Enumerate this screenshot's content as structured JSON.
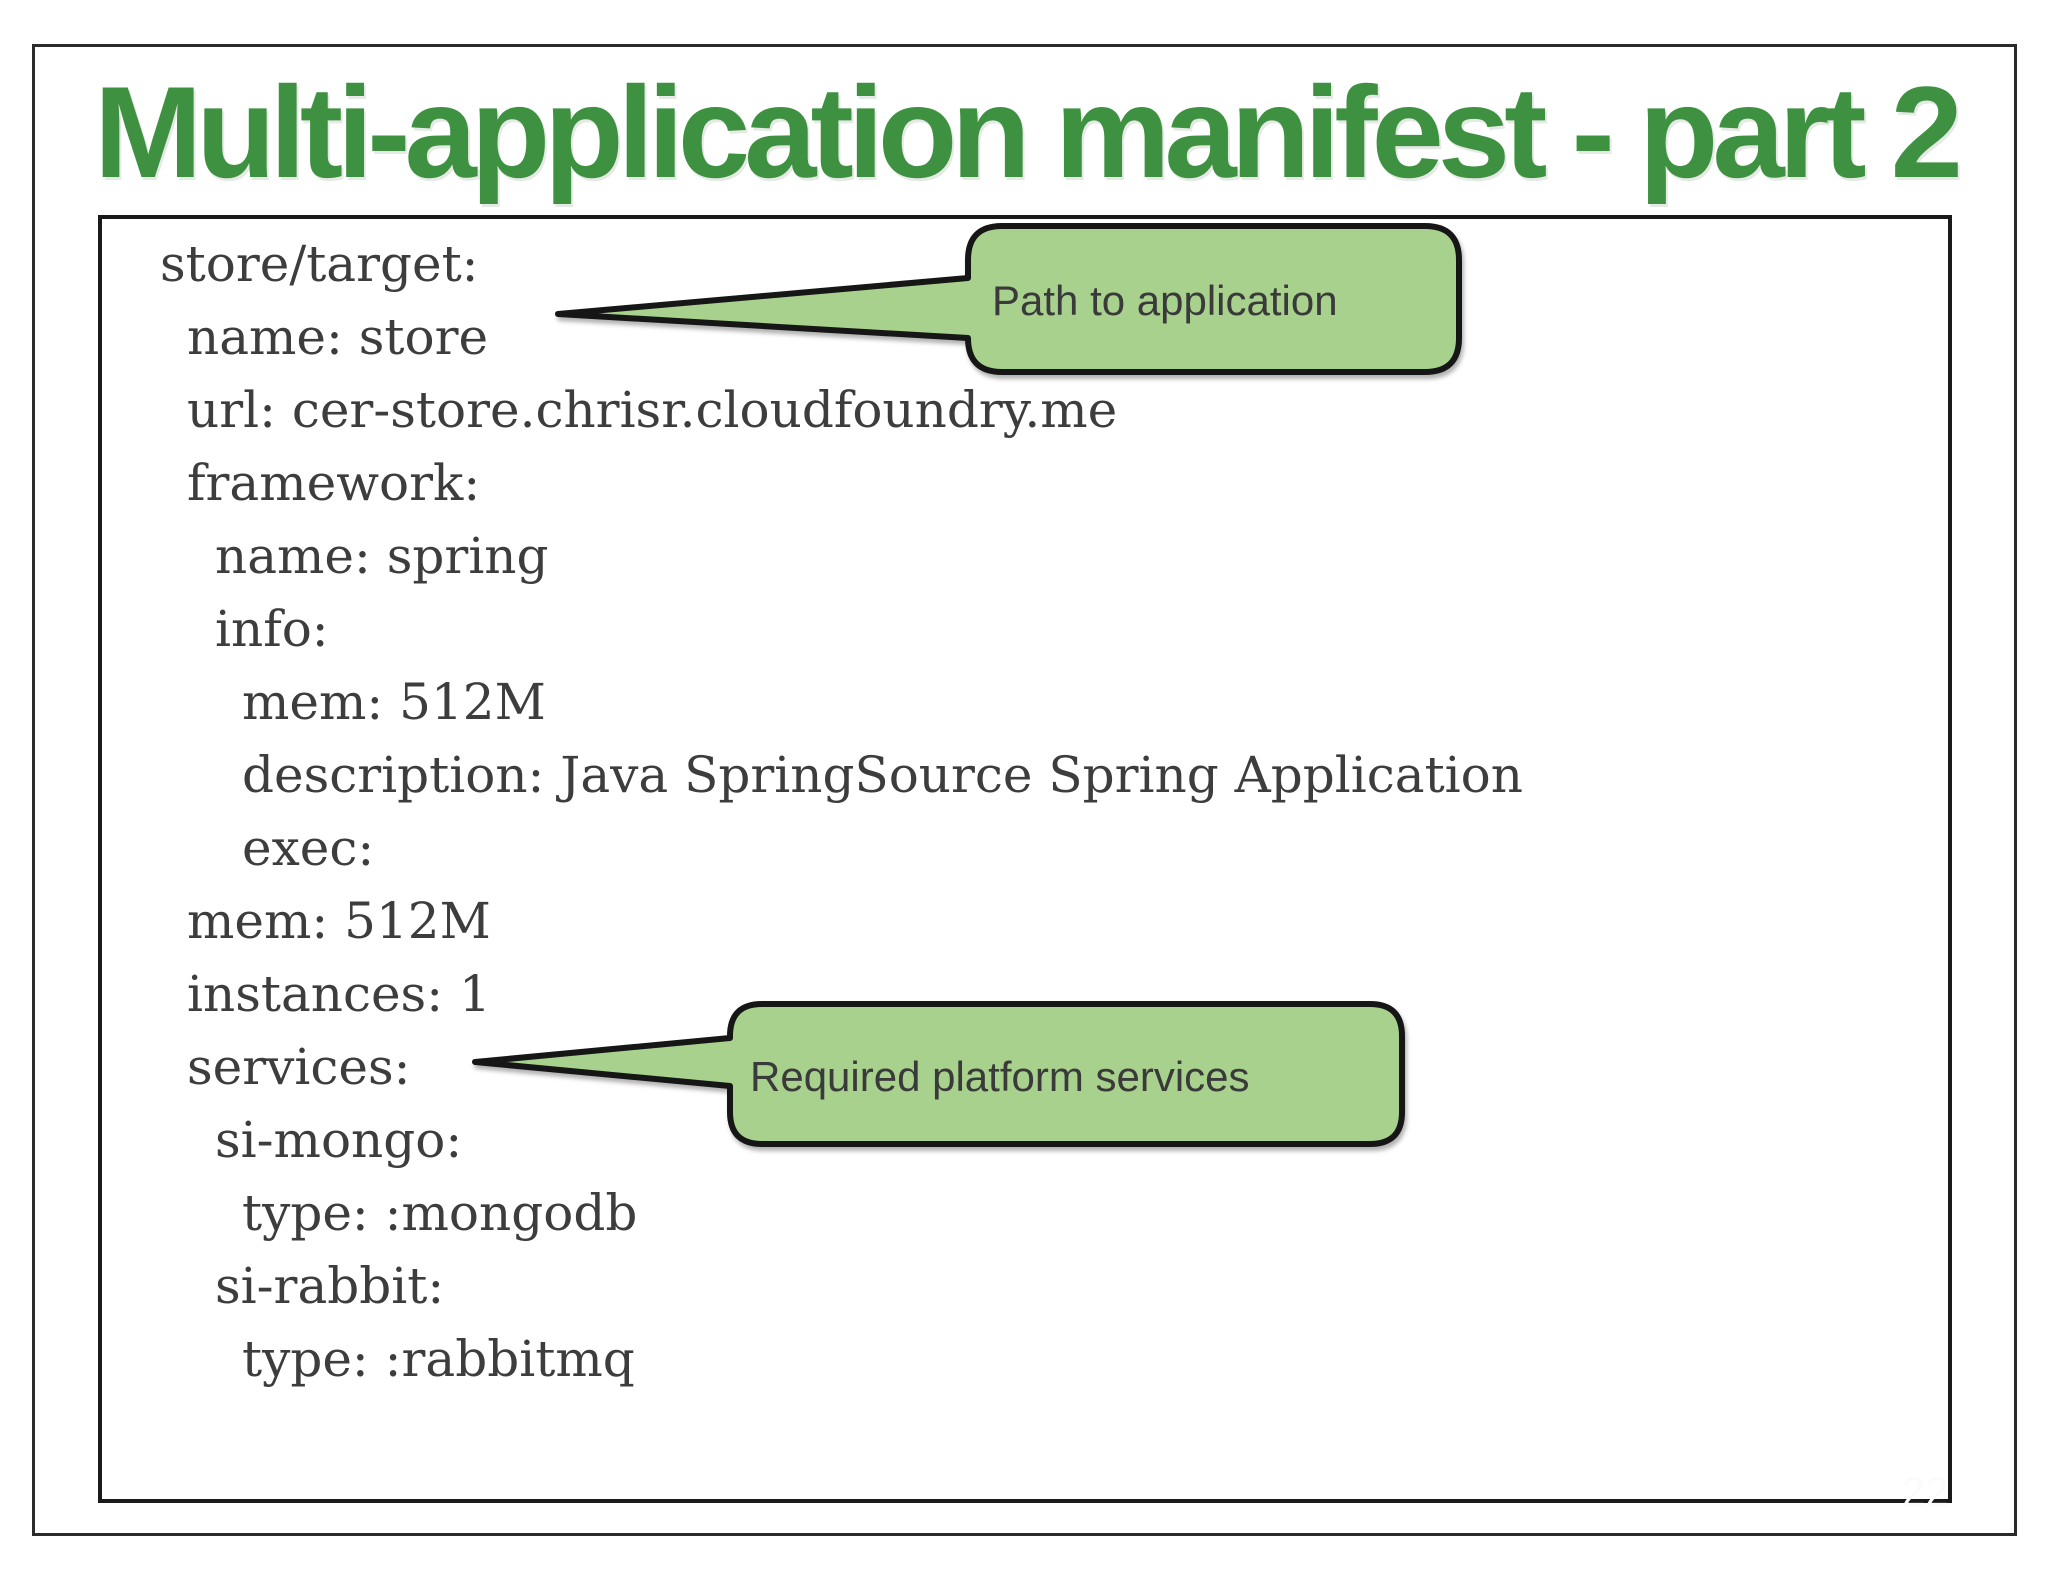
{
  "slide": {
    "title": "Multi-application manifest - part 2",
    "page_number": "22"
  },
  "manifest": {
    "lines": [
      {
        "text": "store/target:",
        "indent": 0
      },
      {
        "text": "name: store",
        "indent": 1
      },
      {
        "text": "url: cer-store.chrisr.cloudfoundry.me",
        "indent": 1
      },
      {
        "text": "framework:",
        "indent": 1
      },
      {
        "text": "name: spring",
        "indent": 2
      },
      {
        "text": "info:",
        "indent": 2
      },
      {
        "text": "mem: 512M",
        "indent": 3
      },
      {
        "text": "description: Java SpringSource Spring Application",
        "indent": 3
      },
      {
        "text": "exec:",
        "indent": 3
      },
      {
        "text": "mem: 512M",
        "indent": 1
      },
      {
        "text": "instances: 1",
        "indent": 1
      },
      {
        "text": "services:",
        "indent": 1
      },
      {
        "text": "si-mongo:",
        "indent": 2
      },
      {
        "text": "type: :mongodb",
        "indent": 3
      },
      {
        "text": "si-rabbit:",
        "indent": 2
      },
      {
        "text": "type: :rabbitmq",
        "indent": 3
      }
    ]
  },
  "callouts": [
    {
      "label": "Path to application",
      "points_at": "name: store"
    },
    {
      "label": "Required platform services",
      "points_at": "services:"
    }
  ],
  "colors": {
    "title_green": "#3f9142",
    "callout_fill": "#a8d18d",
    "callout_stroke": "#161616",
    "code_text": "#3d3d3d"
  }
}
